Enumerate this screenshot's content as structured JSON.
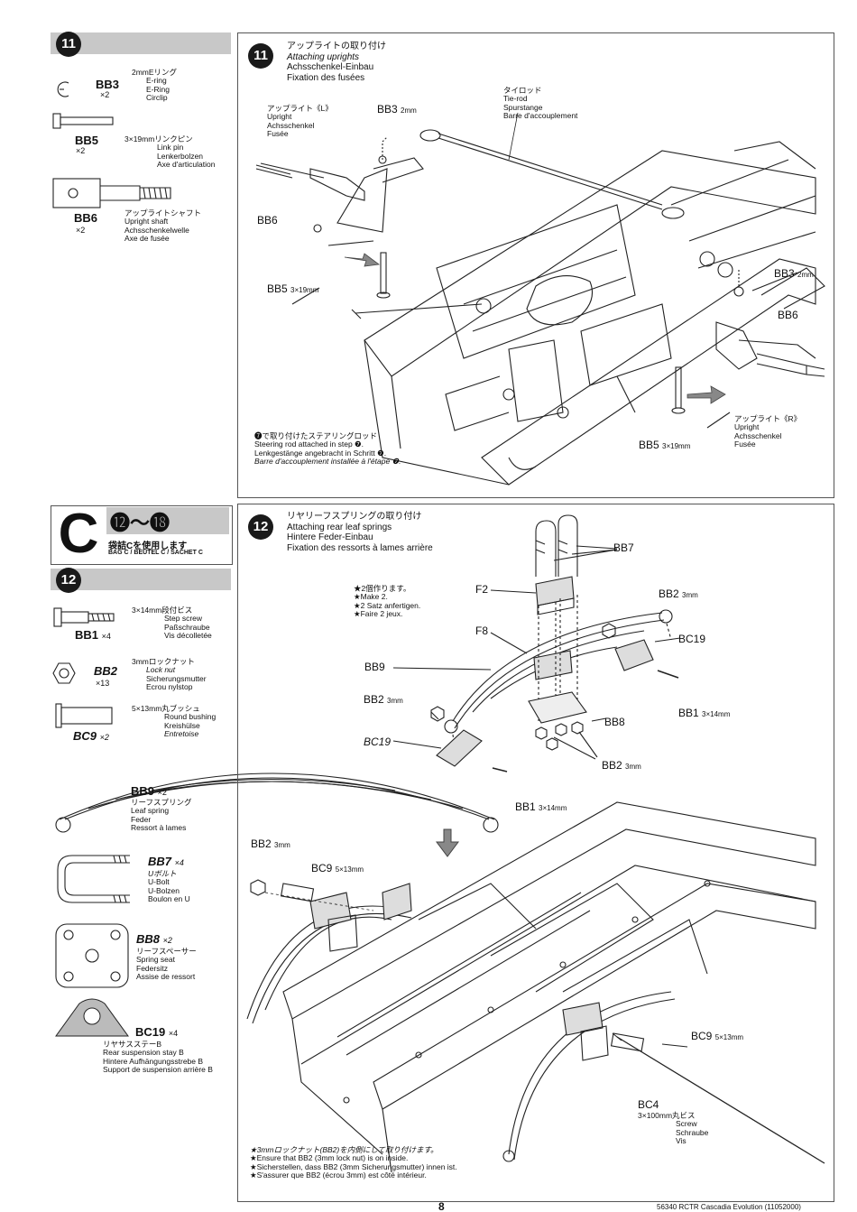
{
  "step11_parts": {
    "step_num": "11",
    "items": [
      {
        "code": "BB3",
        "qty": "×2",
        "jp": "2mmEリング",
        "en": "E-ring",
        "de": "E-Ring",
        "fr": "Circlip"
      },
      {
        "code": "BB5",
        "qty": "×2",
        "jp": "3×19mmリンクピン",
        "en": "Link pin",
        "de": "Lenkerbolzen",
        "fr": "Axe d'articulation"
      },
      {
        "code": "BB6",
        "qty": "×2",
        "jp": "アップライトシャフト",
        "en": "Upright shaft",
        "de": "Achsschenkelwelle",
        "fr": "Axe de fusée"
      }
    ]
  },
  "step11": {
    "num": "11",
    "title_jp": "アップライトの取り付け",
    "title_en": "Attaching uprights",
    "title_de": "Achsschenkel-Einbau",
    "title_fr": "Fixation des fusées",
    "tierod": [
      "タイロッド",
      "Tie-rod",
      "Spurstange",
      "Barre d'accouplement"
    ],
    "upright_l": [
      "アップライト《L》",
      "Upright",
      "Achsschenkel",
      "Fusée"
    ],
    "upright_r": [
      "アップライト《R》",
      "Upright",
      "Achsschenkel",
      "Fusée"
    ],
    "lbl_bb3_a": "BB3",
    "lbl_bb3_a_size": "2mm",
    "lbl_bb3_b": "BB3",
    "lbl_bb3_b_size": "2mm",
    "lbl_bb6_a": "BB6",
    "lbl_bb6_b": "BB6",
    "lbl_bb5_a": "BB5",
    "lbl_bb5_a_size": "3×19mm",
    "lbl_bb5_b": "BB5",
    "lbl_bb5_b_size": "3×19mm",
    "note": [
      "❼で取り付けたステアリングロッド",
      "Steering rod attached in step ❼.",
      "Lenkgestänge angebracht in Schritt ❼.",
      "Barre d'accouplement installée à l'étape ❼."
    ]
  },
  "bag_c": {
    "letter": "C",
    "range": "⓬～⓲",
    "jp": "袋詰Cを使用します",
    "en": "BAG C / BEUTEL C / SACHET C"
  },
  "step12_parts": {
    "step_num": "12",
    "items": [
      {
        "code": "BB1",
        "qty": "×4",
        "jp": "3×14mm段付ビス",
        "en": "Step screw",
        "de": "Paßschraube",
        "fr": "Vis décolletée"
      },
      {
        "code": "BB2",
        "qty": "×13",
        "jp": "3mmロックナット",
        "en": "Lock nut",
        "de": "Sicherungsmutter",
        "fr": "Ecrou nylstop"
      },
      {
        "code": "BC9",
        "qty": "×2",
        "jp": "5×13mm丸ブッシュ",
        "en": "Round bushing",
        "de": "Kreishülse",
        "fr": "Entretoise"
      },
      {
        "code": "BB9",
        "qty": "×2",
        "jp": "リーフスプリング",
        "en": "Leaf spring",
        "de": "Feder",
        "fr": "Ressort à lames"
      },
      {
        "code": "BB7",
        "qty": "×4",
        "jp": "Uボルト",
        "en": "U-Bolt",
        "de": "U-Bolzen",
        "fr": "Boulon en U"
      },
      {
        "code": "BB8",
        "qty": "×2",
        "jp": "リーフスペーサー",
        "en": "Spring seat",
        "de": "Federsitz",
        "fr": "Assise de ressort"
      },
      {
        "code": "BC19",
        "qty": "×4",
        "jp": "リヤサスステーB",
        "en": "Rear suspension stay B",
        "de": "Hintere Aufhängungsstrebe B",
        "fr": "Support de suspension arrière B"
      }
    ]
  },
  "step12": {
    "num": "12",
    "title_jp": "リヤリーフスプリングの取り付け",
    "title_en": "Attaching rear leaf springs",
    "title_de": "Hintere Feder-Einbau",
    "title_fr": "Fixation des ressorts à lames arrière",
    "make2": [
      "★2個作ります。",
      "★Make 2.",
      "★2 Satz anfertigen.",
      "★Faire 2 jeux."
    ],
    "labels": {
      "bb7": "BB7",
      "f2": "F2",
      "bb2_a": "BB2",
      "bb2_a_size": "3mm",
      "f8": "F8",
      "bc19_a": "BC19",
      "bb9": "BB9",
      "bb1_a": "BB1",
      "bb1_a_size": "3×14mm",
      "bb2_b": "BB2",
      "bb2_b_size": "3mm",
      "bb8": "BB8",
      "bc19_b": "BC19",
      "bb2_c": "BB2",
      "bb2_c_size": "3mm",
      "bb1_b": "BB1",
      "bb1_b_size": "3×14mm",
      "bb2_d": "BB2",
      "bb2_d_size": "3mm",
      "bc9_a": "BC9",
      "bc9_a_size": "5×13mm",
      "bc9_b": "BC9",
      "bc9_b_size": "5×13mm",
      "bc4": "BC4"
    },
    "bc4_desc": [
      "3×100mm丸ビス",
      "Screw",
      "Schraube",
      "Vis"
    ],
    "note": [
      "★3mmロックナット(BB2)を内側にして取り付けます。",
      "★Ensure that BB2 (3mm lock nut) is on inside.",
      "★Sicherstellen, dass BB2 (3mm Sicherungsmutter) innen ist.",
      "★S'assurer que BB2 (écrou 3mm) est côté intérieur."
    ]
  },
  "footer": {
    "page": "8",
    "code": "56340 RCTR Cascadia Evolution (11052000)"
  }
}
